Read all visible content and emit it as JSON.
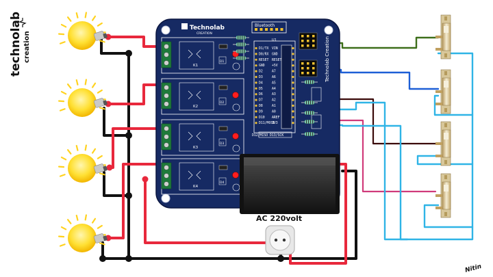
{
  "brand": {
    "line1": "technolab",
    "line2": "creation",
    "board_logo": "Technolab",
    "board_logo_sub": "CREATION",
    "side_text": "Technolab Creation"
  },
  "board": {
    "bluetooth_label": "Bluetooth",
    "u1_label": "U1",
    "relays": [
      "K1",
      "K2",
      "K3",
      "K4"
    ],
    "leds": [
      "D1",
      "D2",
      "D3",
      "D4"
    ],
    "pins_left": [
      "D1/TX",
      "D0/RX",
      "RESET",
      "GND",
      "D2",
      "D3",
      "D4",
      "D5",
      "D6",
      "D7",
      "D8",
      "D9",
      "D10",
      "D11/MOSI"
    ],
    "pins_right": [
      "VIN",
      "GND",
      "RESET",
      "+5V",
      "A7",
      "A6",
      "A5",
      "A4",
      "A3",
      "A2",
      "A1",
      "A0",
      "AREF",
      "3V3"
    ],
    "bottom_pins": "D12/MISO     D13/SCK"
  },
  "power_label": "AC 220volt",
  "signature": "Nitin",
  "colors": {
    "board": "#162a63",
    "live": "#e8283c",
    "neutral": "#111111",
    "wire_green": "#3d6e1a",
    "wire_blue": "#1d5fd6",
    "wire_darkred": "#3a0a0a",
    "wire_pink": "#d03a7a",
    "wire_cyan": "#2fb4e6",
    "bulb_glow": "#ffd21f"
  },
  "icons": [
    "light-bulb-icon",
    "toggle-switch-icon",
    "power-socket-icon",
    "relay-icon",
    "arduino-nano-icon",
    "power-module-icon"
  ]
}
